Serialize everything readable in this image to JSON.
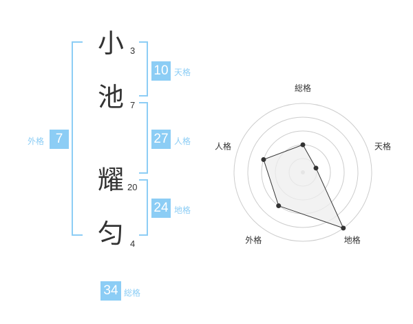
{
  "name": {
    "chars": [
      {
        "char": "小",
        "strokes": "3"
      },
      {
        "char": "池",
        "strokes": "7"
      },
      {
        "char": "耀",
        "strokes": "20"
      },
      {
        "char": "匀",
        "strokes": "4"
      }
    ]
  },
  "fortune": {
    "tenkaku": {
      "value": "10",
      "label": "天格"
    },
    "jinkaku": {
      "value": "27",
      "label": "人格"
    },
    "chikaku": {
      "value": "24",
      "label": "地格"
    },
    "gaikaku": {
      "value": "7",
      "label": "外格"
    },
    "soukaku": {
      "value": "34",
      "label": "総格"
    }
  },
  "chart_data": {
    "type": "radar",
    "axes": [
      "総格",
      "天格",
      "地格",
      "外格",
      "人格"
    ],
    "values": [
      2,
      1,
      5,
      3,
      3
    ],
    "max": 5,
    "rings": 5,
    "colors": {
      "fill": "#eeeeee",
      "stroke": "#333333",
      "ring": "#cccccc",
      "point": "#333333"
    }
  }
}
